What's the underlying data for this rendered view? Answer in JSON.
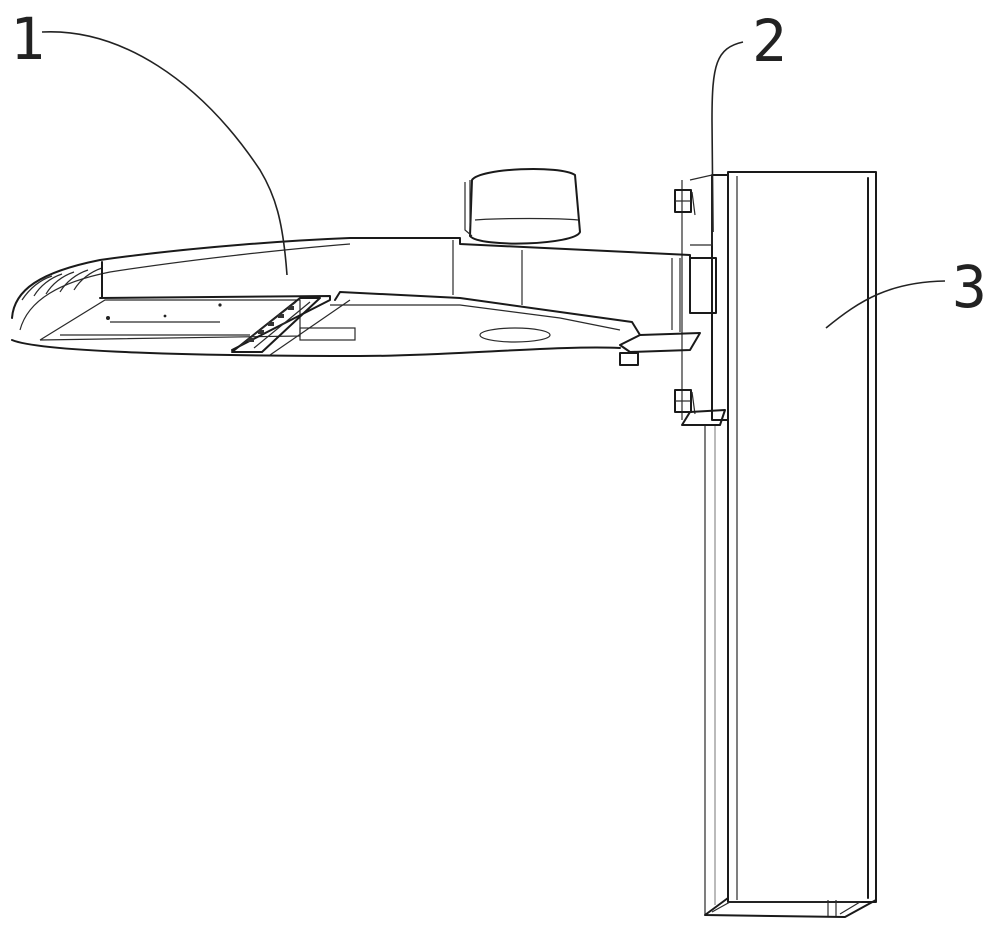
{
  "figure": {
    "type": "patent line drawing",
    "subject": "wall/pole mounted street lamp with bracket",
    "colors": {
      "line": "#1a1a1a",
      "background": "#ffffff"
    }
  },
  "labels": [
    {
      "id": "1",
      "text": "1",
      "part": "lamp body"
    },
    {
      "id": "2",
      "text": "2",
      "part": "mounting bracket"
    },
    {
      "id": "3",
      "text": "3",
      "part": "pole / post"
    }
  ]
}
